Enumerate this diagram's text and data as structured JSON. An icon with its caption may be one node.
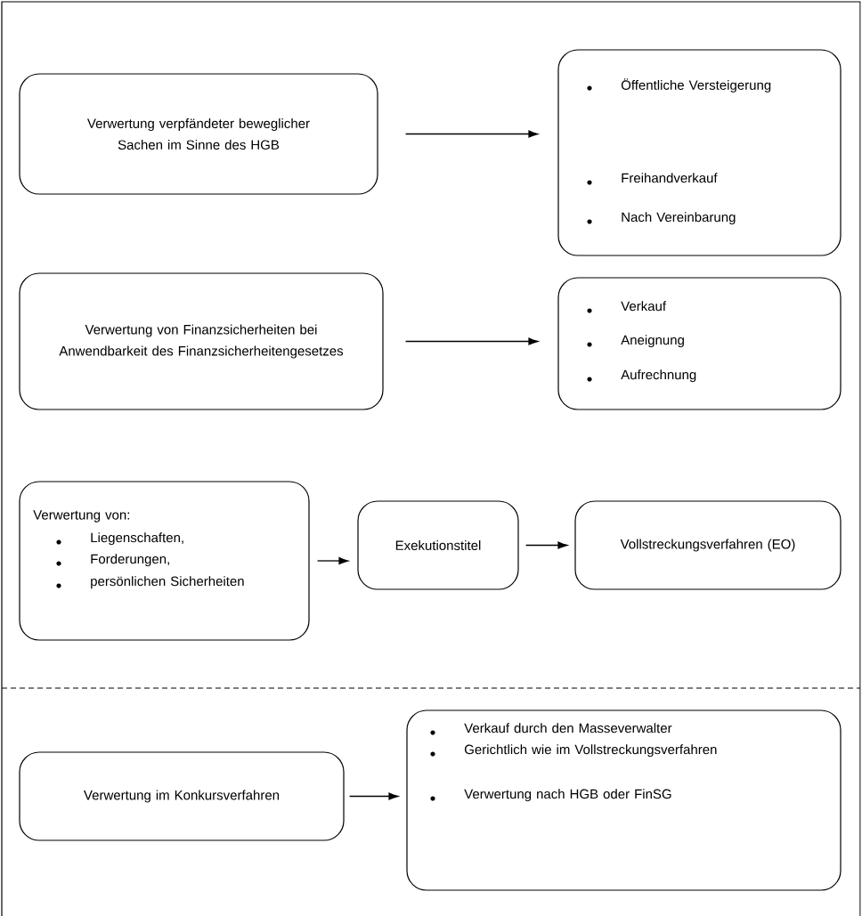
{
  "diagram": {
    "nodes": [
      {
        "text": [
          "Verwertung verpfändeter beweglicher Sachen im Sinne des HGB"
        ]
      },
      {
        "text": [
          "Öffentliche Versteigerung",
          "Freihandverkauf",
          "Nach Vereinbarung"
        ]
      },
      {
        "text": [
          "Verwertung von Finanzsicherheiten bei Anwendbarkeit des Finanzsicherheitengesetzes"
        ]
      },
      {
        "text": [
          "Verkauf",
          "Aneignung",
          "Aufrechnung"
        ]
      },
      {
        "text": [
          "Verwertung von:",
          "Liegenschaften,",
          "Forderungen,",
          "persönlichen Sicherheiten"
        ]
      },
      {
        "text": [
          "Exekutionstitel"
        ]
      },
      {
        "text": [
          "Vollstreckungsverfahren (EO)"
        ]
      },
      {
        "text": [
          "Verwertung im Konkursverfahren"
        ]
      },
      {
        "text": [
          "Verkauf durch den Masseverwalter",
          "Gerichtlich wie im Vollstreckungsverfahren",
          "Verwertung nach HGB oder FinSG"
        ]
      }
    ],
    "edges": [
      {
        "from": 0,
        "to": 1,
        "arrow": "to"
      },
      {
        "from": 2,
        "to": 3,
        "arrow": "to"
      },
      {
        "from": 4,
        "to": 5,
        "arrow": "to"
      },
      {
        "from": 5,
        "to": 6,
        "arrow": "to"
      },
      {
        "from": 7,
        "to": 8,
        "arrow": "to"
      }
    ]
  }
}
